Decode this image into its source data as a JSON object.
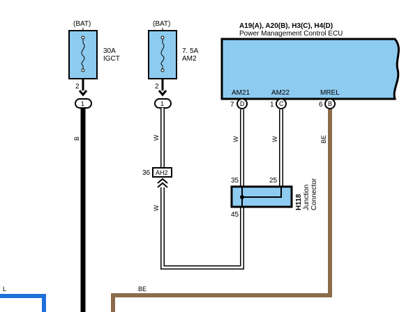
{
  "fuses": [
    {
      "source": "(BAT)",
      "rating": "30A",
      "name": "IGCT",
      "pin_top": "2",
      "pin_conn": "1",
      "wire_color": "B"
    },
    {
      "source": "(BAT)",
      "rating": "7. 5A",
      "name": "AM2",
      "pin_top": "2",
      "pin_conn": "1",
      "wire_color": "W"
    }
  ],
  "ecu": {
    "connectors": "A19(A), A20(B), H3(C), H4(D)",
    "name": "Power Management Control ECU",
    "fill_color": "#8ecbf0",
    "pins": [
      {
        "label": "AM21",
        "num": "7",
        "conn": "D",
        "wire_color": "W"
      },
      {
        "label": "AM22",
        "num": "1",
        "conn": "C",
        "wire_color": "W"
      },
      {
        "label": "MREL",
        "num": "6",
        "conn": "B",
        "wire_color": "BE"
      }
    ]
  },
  "inline_connector": {
    "pin": "36",
    "name": "AH2",
    "wire_color_below": "W"
  },
  "junction": {
    "id": "H118",
    "label_line1": "Junction",
    "label_line2": "Connector",
    "pin_a": "35",
    "pin_b": "25",
    "pin_c": "45"
  },
  "bottom_wires": {
    "left_label": "L",
    "right_label": "BE"
  },
  "colors": {
    "black_wire": "#000000",
    "brown_wire": "#8b6b4a",
    "blue_wire": "#1e6fd9",
    "fuse_fill": "#8ecbf0"
  }
}
